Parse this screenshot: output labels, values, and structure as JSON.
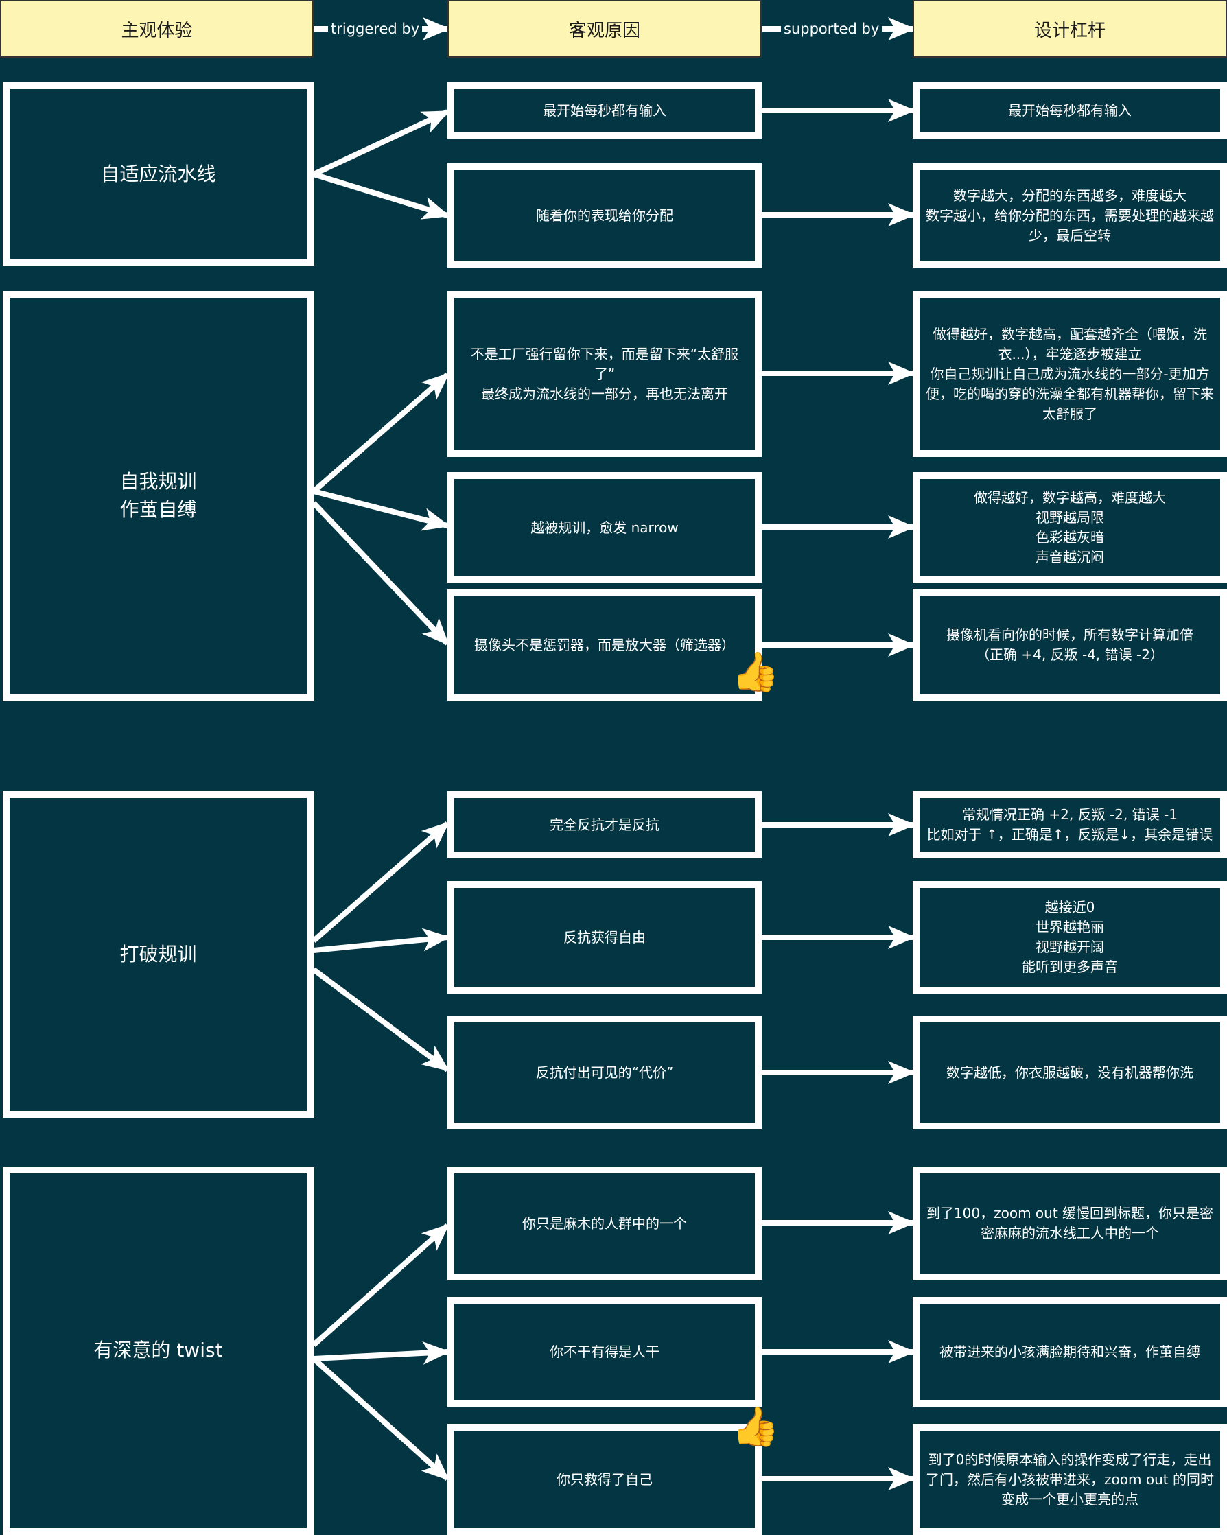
{
  "headers": {
    "col1": "主观体验",
    "col2": "客观原因",
    "col3": "设计杠杆",
    "link1": "triggered by",
    "link2": "supported by"
  },
  "colors": {
    "background": "#033642",
    "header": "#fdf5b4",
    "border": "#ffffff"
  },
  "groups": [
    {
      "experience": "自适应流水线",
      "rows": [
        {
          "cause": "最开始每秒都有输入",
          "lever": "最开始每秒都有输入"
        },
        {
          "cause": "随着你的表现给你分配",
          "lever": "数字越大，分配的东西越多，难度越大\n数字越小，给你分配的东西，需要处理的越来越少，最后空转"
        }
      ]
    },
    {
      "experience": "自我规训\n作茧自缚",
      "rows": [
        {
          "cause": "不是工厂强行留你下来，而是留下来“太舒服了”\n最终成为流水线的一部分，再也无法离开",
          "lever": "做得越好，数字越高，配套越齐全（喂饭，洗衣...），牢笼逐步被建立\n你自己规训让自己成为流水线的一部分-更加方便，吃的喝的穿的洗澡全都有机器帮你，留下来太舒服了"
        },
        {
          "cause": "越被规训，愈发 narrow",
          "lever": "做得越好，数字越高，难度越大\n视野越局限\n色彩越灰暗\n声音越沉闷"
        },
        {
          "cause": "摄像头不是惩罚器，而是放大器（筛选器）",
          "lever": "摄像机看向你的时候，所有数字计算加倍\n（正确 +4, 反叛 -4, 错误 -2）"
        }
      ]
    },
    {
      "experience": "打破规训",
      "rows": [
        {
          "cause": "完全反抗才是反抗",
          "lever": "常规情况正确 +2, 反叛 -2, 错误 -1\n比如对于 ↑，正确是↑，反叛是↓，其余是错误"
        },
        {
          "cause": "反抗获得自由",
          "lever": "越接近0\n世界越艳丽\n视野越开阔\n能听到更多声音"
        },
        {
          "cause": "反抗付出可见的“代价”",
          "lever": "数字越低，你衣服越破，没有机器帮你洗"
        }
      ]
    },
    {
      "experience": "有深意的 twist",
      "rows": [
        {
          "cause": "你只是麻木的人群中的一个",
          "lever": "到了100，zoom out 缓慢回到标题，你只是密密麻麻的流水线工人中的一个"
        },
        {
          "cause": "你不干有得是人干",
          "lever": "被带进来的小孩满脸期待和兴奋，作茧自缚"
        },
        {
          "cause": "你只救得了自己",
          "lever": "到了0的时候原本输入的操作变成了行走，走出了门，然后有小孩被带进来，zoom out 的同时变成一个更小更亮的点"
        }
      ]
    }
  ],
  "emojis": {
    "thumbs_up": "👍"
  }
}
